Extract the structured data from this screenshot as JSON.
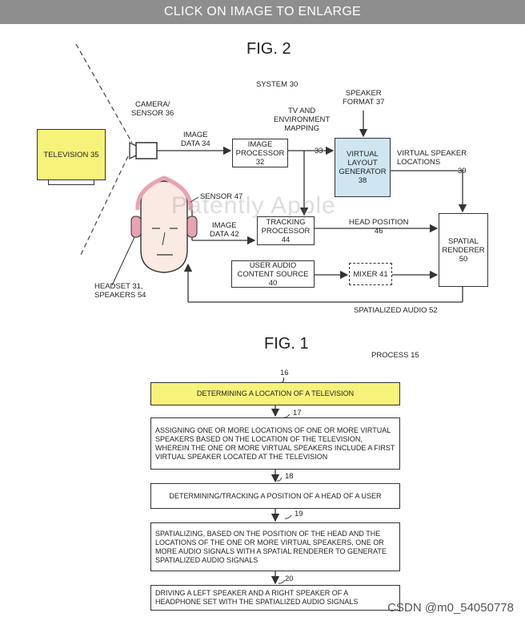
{
  "header": {
    "title": "CLICK ON IMAGE TO ENLARGE"
  },
  "fig2": {
    "title": "FIG. 2",
    "system_label": "SYSTEM 30",
    "television": "TELEVISION 35",
    "camera_label": "CAMERA/\nSENSOR 36",
    "image_data_34": "IMAGE\nDATA 34",
    "image_processor": "IMAGE\nPROCESSOR 32",
    "tv_mapping": "TV AND\nENVIRONMENT\nMAPPING",
    "num_33": "33",
    "speaker_format": "SPEAKER\nFORMAT 37",
    "virtual_layout": "VIRTUAL\nLAYOUT\nGENERATOR\n38",
    "virtual_speaker_locations": "VIRTUAL SPEAKER\nLOCATIONS",
    "num_39": "39",
    "sensor_47": "SENSOR 47",
    "image_data_42": "IMAGE\nDATA 42",
    "tracking_processor": "TRACKING\nPROCESSOR 44",
    "head_position": "HEAD POSITION\n46",
    "spatial_renderer": "SPATIAL\nRENDERER\n50",
    "user_audio": "USER AUDIO\nCONTENT SOURCE 40",
    "mixer": "MIXER 41",
    "headset": "HEADSET 31,\nSPEAKERS 54",
    "spatialized_audio": "SPATIALIZED AUDIO 52",
    "watermark": "Patently Apple",
    "colors": {
      "television_fill": "#f7f27a",
      "layout_fill": "#cfe6f2"
    }
  },
  "fig1": {
    "title": "FIG. 1",
    "process_label": "PROCESS 15",
    "steps": [
      {
        "num": "16",
        "text": "DETERMINING A LOCATION OF A TELEVISION"
      },
      {
        "num": "17",
        "text": "ASSIGNING ONE OR MORE LOCATIONS OF ONE OR MORE VIRTUAL SPEAKERS BASED ON THE LOCATION OF THE TELEVISION, WHEREIN THE ONE OR MORE VIRTUAL SPEAKERS INCLUDE A FIRST VIRTUAL SPEAKER LOCATED AT THE TELEVISION"
      },
      {
        "num": "18",
        "text": "DETERMINING/TRACKING A POSITION OF A HEAD OF A USER"
      },
      {
        "num": "19",
        "text": "SPATIALIZING, BASED ON THE POSITION OF THE HEAD AND THE LOCATIONS OF THE ONE OR MORE VIRTUAL SPEAKERS, ONE OR MORE AUDIO SIGNALS WITH A SPATIAL RENDERER TO GENERATE SPATIALIZED AUDIO SIGNALS"
      },
      {
        "num": "20",
        "text": "DRIVING A LEFT SPEAKER AND A RIGHT SPEAKER OF A HEADPHONE SET WITH THE SPATIALIZED AUDIO SIGNALS"
      }
    ],
    "first_step_fill": "#f7f27a"
  },
  "footer": {
    "credit": "CSDN @m0_54050778"
  }
}
